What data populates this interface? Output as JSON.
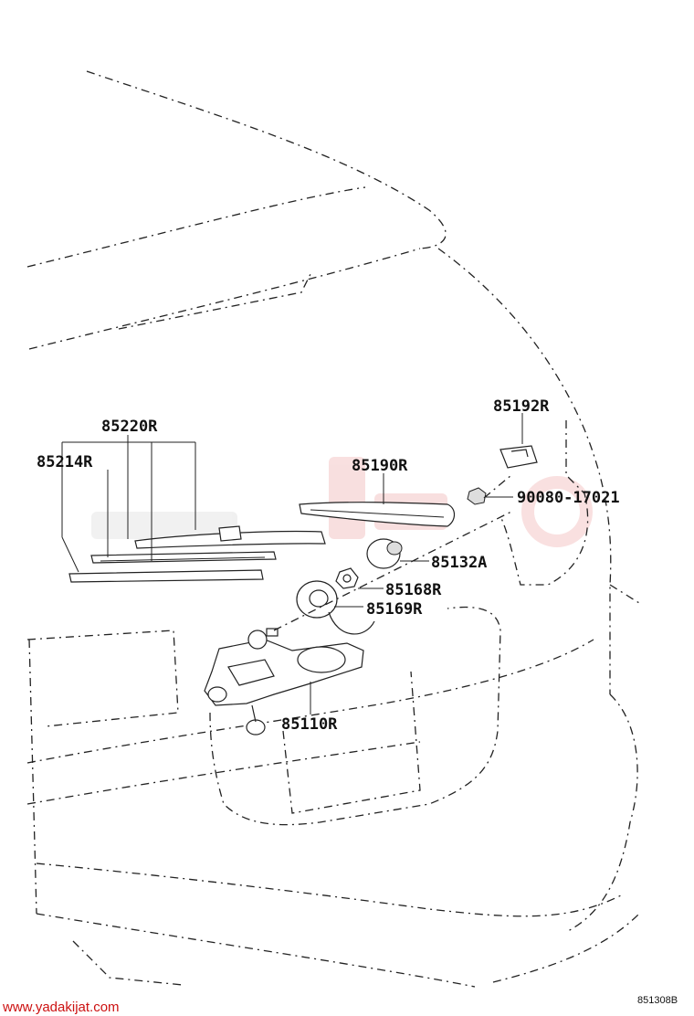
{
  "labels": {
    "p85220R": "85220R",
    "p85214R": "85214R",
    "p85190R": "85190R",
    "p85192R": "85192R",
    "p90080": "90080-17021",
    "p85132A": "85132A",
    "p85168R": "85168R",
    "p85169R": "85169R",
    "p85110R": "85110R"
  },
  "footer": {
    "website": "www.yadakijat.com",
    "diagram_code": "851308B"
  }
}
